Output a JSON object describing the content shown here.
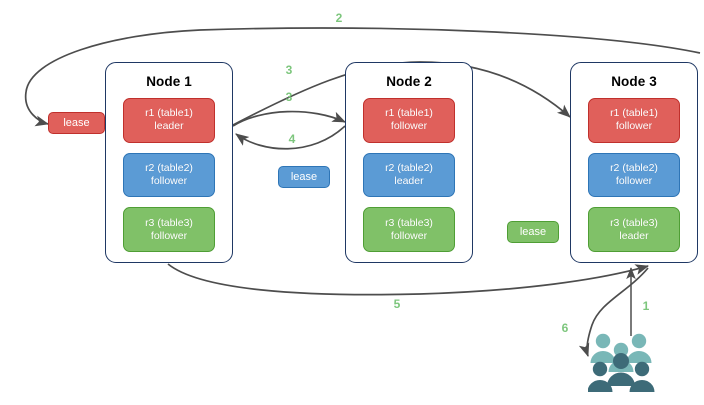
{
  "diagram": {
    "title": "raft-lease-transfer-diagram",
    "colors": {
      "red": "#e0605b",
      "red_border": "#c0302c",
      "blue": "#5b9bd5",
      "blue_border": "#2e75b6",
      "green": "#80c168",
      "green_border": "#4f9e35",
      "node_border": "#1f3864",
      "arrow": "#4d4d4d",
      "step_label": "#7dc67d",
      "user_light": "#79b7b7",
      "user_dark": "#3d6b78",
      "background": "#ffffff"
    },
    "nodes": [
      {
        "title": "Node 1",
        "replicas": [
          {
            "name": "r1 (table1)",
            "role": "leader",
            "color": "red"
          },
          {
            "name": "r2 (table2)",
            "role": "follower",
            "color": "blue"
          },
          {
            "name": "r3 (table3)",
            "role": "follower",
            "color": "green"
          }
        ]
      },
      {
        "title": "Node 2",
        "replicas": [
          {
            "name": "r1 (table1)",
            "role": "follower",
            "color": "red"
          },
          {
            "name": "r2 (table2)",
            "role": "leader",
            "color": "blue"
          },
          {
            "name": "r3 (table3)",
            "role": "follower",
            "color": "green"
          }
        ]
      },
      {
        "title": "Node 3",
        "replicas": [
          {
            "name": "r1 (table1)",
            "role": "follower",
            "color": "red"
          },
          {
            "name": "r2 (table2)",
            "role": "follower",
            "color": "blue"
          },
          {
            "name": "r3 (table3)",
            "role": "leader",
            "color": "green"
          }
        ]
      }
    ],
    "leases": [
      {
        "label": "lease",
        "color": "red"
      },
      {
        "label": "lease",
        "color": "blue"
      },
      {
        "label": "lease",
        "color": "green"
      }
    ],
    "steps": [
      {
        "label": "1",
        "meaning": "client-request-to-node3"
      },
      {
        "label": "2",
        "meaning": "lease-back-to-node1"
      },
      {
        "label": "3",
        "meaning": "node1-to-node3"
      },
      {
        "label": "3",
        "meaning": "node1-to-node2"
      },
      {
        "label": "4",
        "meaning": "node2-to-node1"
      },
      {
        "label": "5",
        "meaning": "node1-to-node3-bottom"
      },
      {
        "label": "6",
        "meaning": "node3-response-to-clients"
      }
    ],
    "icons": {
      "users": "users-group-icon"
    }
  }
}
